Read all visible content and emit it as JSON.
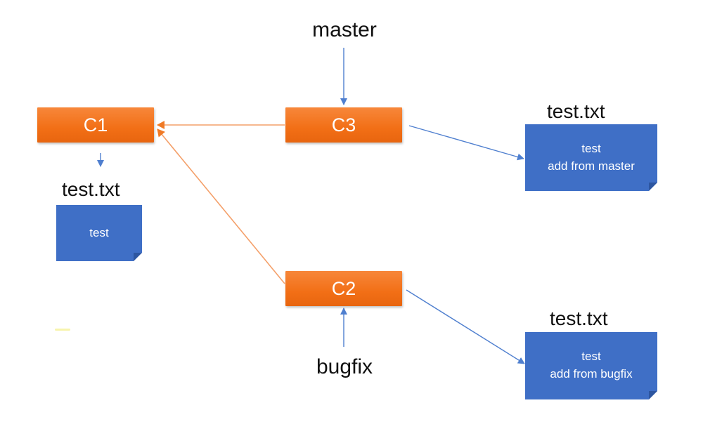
{
  "colors": {
    "commit_fill": "#f26f16",
    "commit_text": "#ffffff",
    "file_fill": "#3f6fc6",
    "file_fold": "#2d56a0",
    "parent_link": "#f4a06a",
    "file_link": "#4f7fcf",
    "branch_pointer": "#4f7fcf"
  },
  "commits": {
    "c1": {
      "label": "C1"
    },
    "c2": {
      "label": "C2"
    },
    "c3": {
      "label": "C3"
    }
  },
  "branches": {
    "master": {
      "label": "master"
    },
    "bugfix": {
      "label": "bugfix"
    }
  },
  "files": {
    "c1_file": {
      "title": "test.txt",
      "lines": [
        "test"
      ]
    },
    "c3_file": {
      "title": "test.txt",
      "lines": [
        "test",
        "add from master"
      ]
    },
    "c2_file": {
      "title": "test.txt",
      "lines": [
        "test",
        "add from bugfix"
      ]
    }
  }
}
